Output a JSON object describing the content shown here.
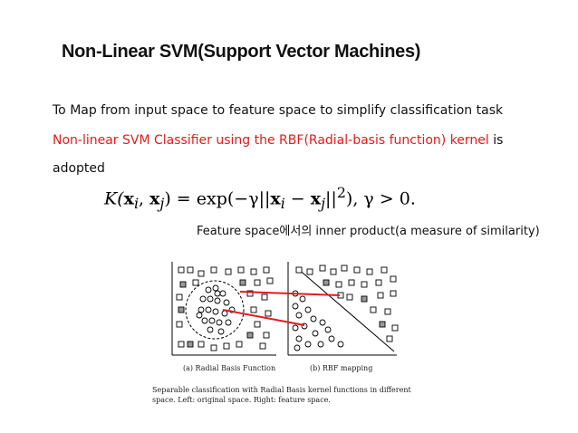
{
  "title": "Non-Linear SVM(Support Vector Machines)",
  "body": {
    "line1": "To Map from input space to feature space to simplify classification task",
    "line2_red": "Non-linear SVM Classifier using the RBF(Radial-basis function) kernel",
    "line2_rest": " is",
    "line3": "adopted"
  },
  "formula": {
    "lhs": "K(",
    "xi": "x",
    "sub_i": "i",
    "comma": ", ",
    "xj": "x",
    "sub_j": "j",
    "mid": ") = exp(−γ||",
    "minus": " − ",
    "rhs": "||",
    "sup": "2",
    "tail": "), γ > 0."
  },
  "similarity_note": "Feature space에서의  inner product(a measure of similarity)",
  "figure": {
    "caption_a": "(a) Radial Basis Function",
    "caption_b": "(b) RBF mapping",
    "caption": "Separable classification with Radial Basis kernel functions in different space. Left: original space. Right: feature space.",
    "arrow_color": "#e31b1b"
  }
}
